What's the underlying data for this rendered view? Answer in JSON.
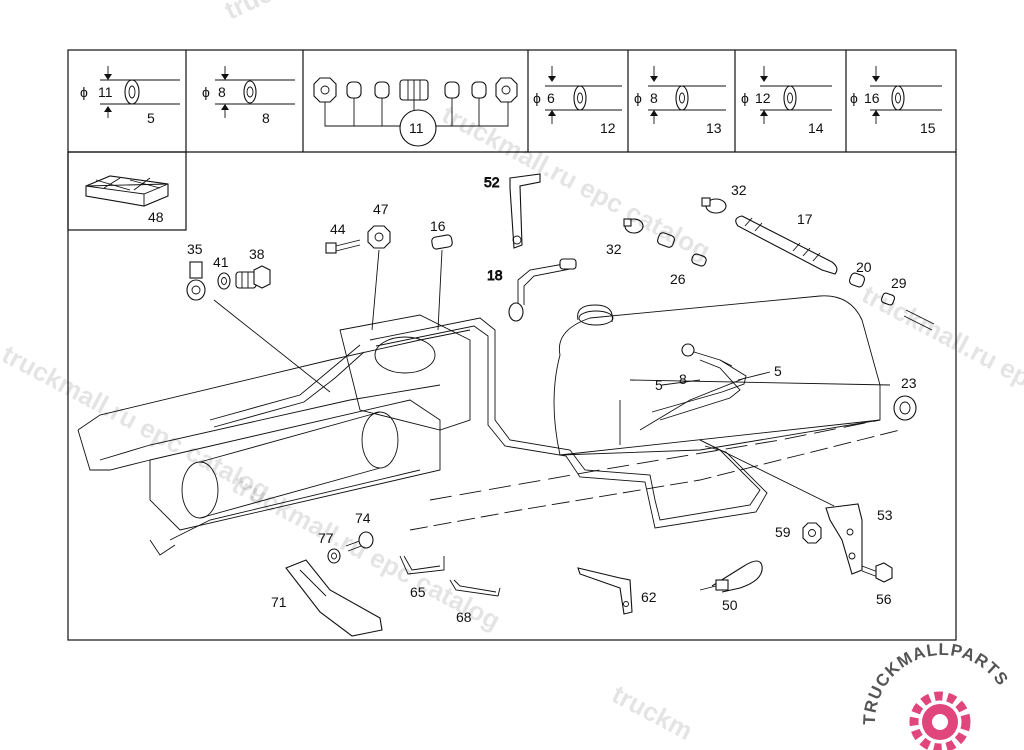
{
  "header_cells": [
    {
      "diameter": "11",
      "part": "5"
    },
    {
      "diameter": "8",
      "part": "8"
    },
    {
      "part": "11"
    },
    {
      "diameter": "6",
      "part": "12"
    },
    {
      "diameter": "8",
      "part": "13"
    },
    {
      "diameter": "12",
      "part": "14"
    },
    {
      "diameter": "16",
      "part": "15"
    }
  ],
  "diameter_symbol": "ϕ",
  "callouts": {
    "p48": "48",
    "p52": "52",
    "p32a": "32",
    "p17": "17",
    "p44": "44",
    "p47": "47",
    "p16": "16",
    "p32b": "32",
    "p18": "18",
    "p26": "26",
    "p20": "20",
    "p29": "29",
    "p35": "35",
    "p41": "41",
    "p38": "38",
    "p5a": "5",
    "p8": "8",
    "p5b": "5",
    "p23": "23",
    "p53": "53",
    "p74": "74",
    "p77": "77",
    "p59": "59",
    "p71": "71",
    "p65": "65",
    "p68": "68",
    "p62": "62",
    "p50": "50",
    "p56": "56"
  },
  "watermarks": {
    "catalog": "truckmall.ru epc catalog",
    "short": "truckm"
  },
  "logo": {
    "text": "TRUCKMALLPARTS",
    "colors": {
      "primary": "#e0457b",
      "dark": "#555555"
    }
  }
}
